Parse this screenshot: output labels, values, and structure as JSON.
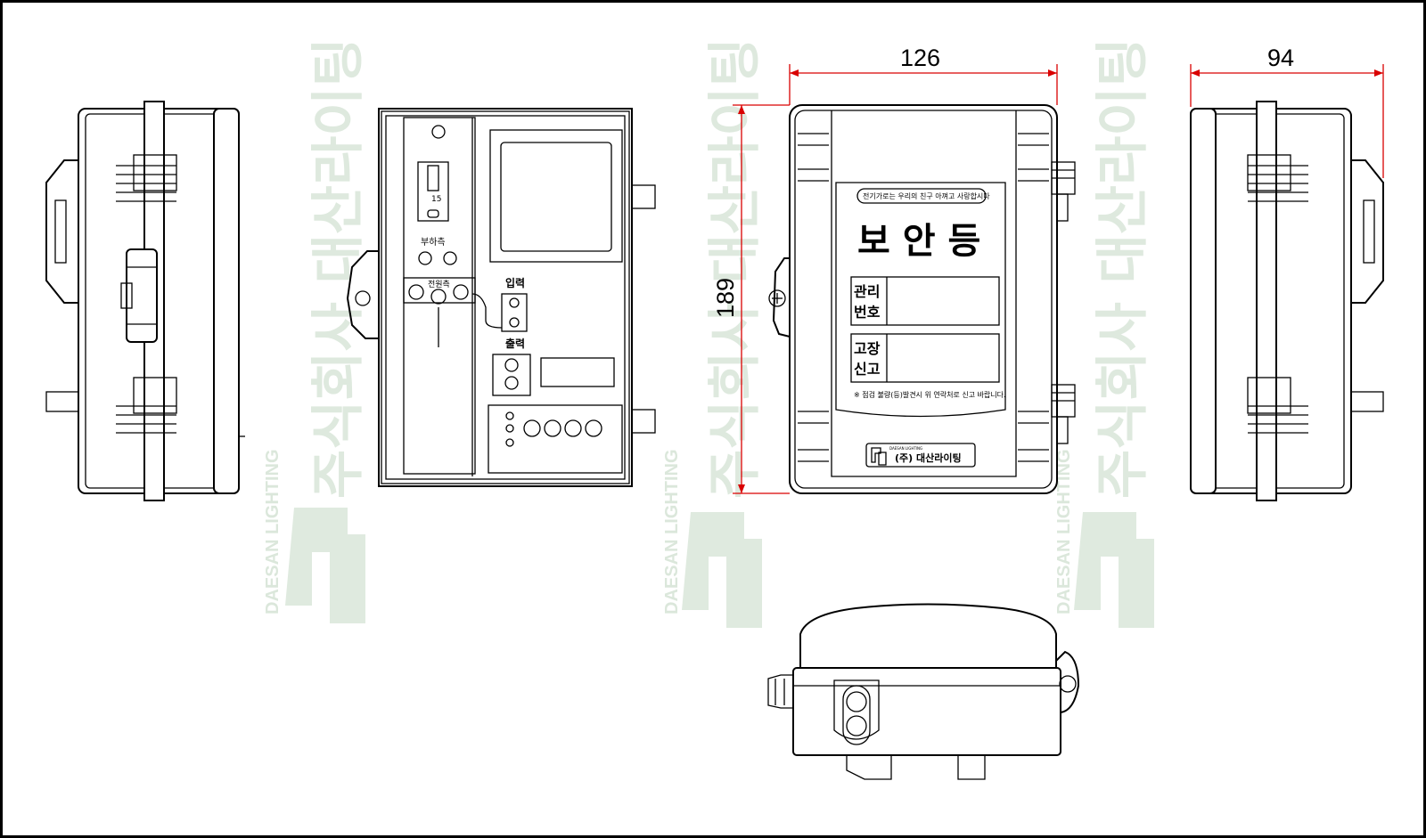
{
  "dimensions": {
    "front_width": "126",
    "front_height": "189",
    "side_depth": "94"
  },
  "inner_view": {
    "breaker_rating": "15",
    "load_side_label": "부하측",
    "power_side_label": "전원측",
    "input_label": "입력",
    "output_label": "출력"
  },
  "front_label": {
    "top_notice": "전기가로는 우리의 친구 아껴고 사랑합시다",
    "title": "보 안 등",
    "field1_line1": "관리",
    "field1_line2": "번호",
    "field2_line1": "고장",
    "field2_line2": "신고",
    "bottom_notice": "※ 점검 불량(등)발견시 위 연락처로 신고 바랍니다.",
    "maker_small": "DAESAN LIGHTING",
    "maker": "(주) 대산라이팅"
  },
  "watermark": {
    "korean_vertical": "주식회사 대산라이팅",
    "english": "DAESAN LIGHTING"
  },
  "colors": {
    "dimension_line": "#d90000",
    "watermark": "#c4d8c4"
  }
}
